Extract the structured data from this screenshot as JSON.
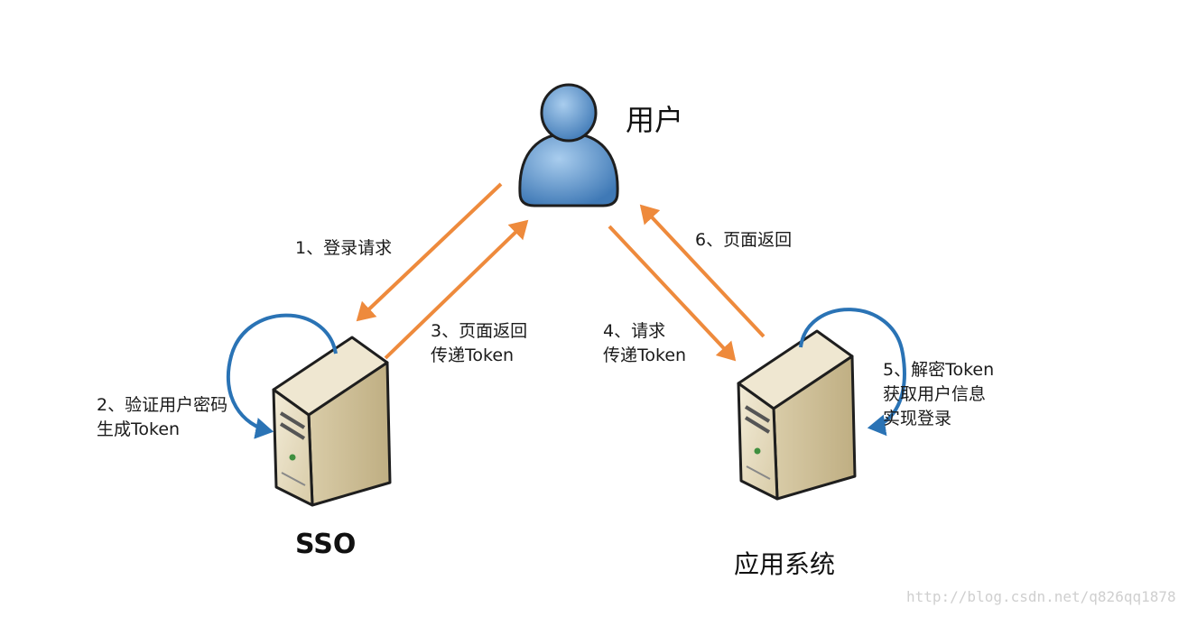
{
  "nodes": {
    "user": "用户",
    "sso": "SSO",
    "app": "应用系统"
  },
  "steps": {
    "s1": [
      "1、登录请求"
    ],
    "s2": [
      "2、验证用户密码",
      "生成Token"
    ],
    "s3": [
      "3、页面返回",
      "传递Token"
    ],
    "s4": [
      "4、请求",
      "传递Token"
    ],
    "s5": [
      "5、解密Token",
      "获取用户信息",
      "实现登录"
    ],
    "s6": [
      "6、页面返回"
    ]
  },
  "watermark": "http://blog.csdn.net/q826qq1878",
  "colors": {
    "request_arrow": "#ee8a3c",
    "loop_arrow": "#2a73b5",
    "user_icon": "#5d93c9",
    "server_body": "#e6dcc1"
  },
  "icons": {
    "user": "user-person-icon",
    "server": "server-tower-icon"
  }
}
